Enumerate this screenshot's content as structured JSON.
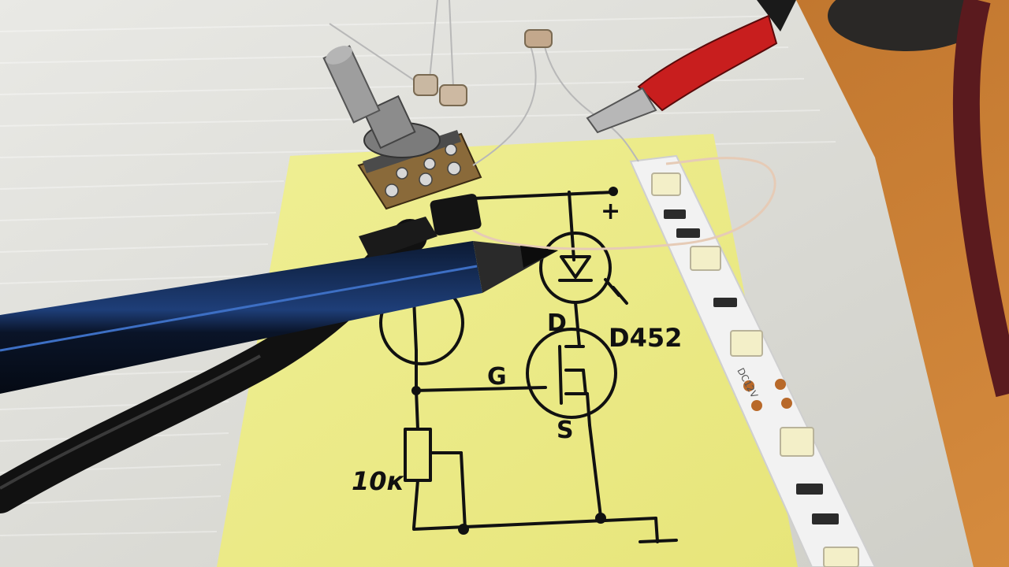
{
  "scene": {
    "background_color": "#dcdcd6",
    "table_color": "#c8782e",
    "note_color": "#ecec86",
    "ink_color": "#111111"
  },
  "labels": {
    "plus": "+",
    "drain": "D",
    "gate": "G",
    "source": "S",
    "transistor": "D452",
    "resistor": "10к"
  },
  "led_strip": {
    "print_text": "DC12V",
    "led_color": "#f3efc8",
    "strip_color": "#f2f2f2"
  }
}
